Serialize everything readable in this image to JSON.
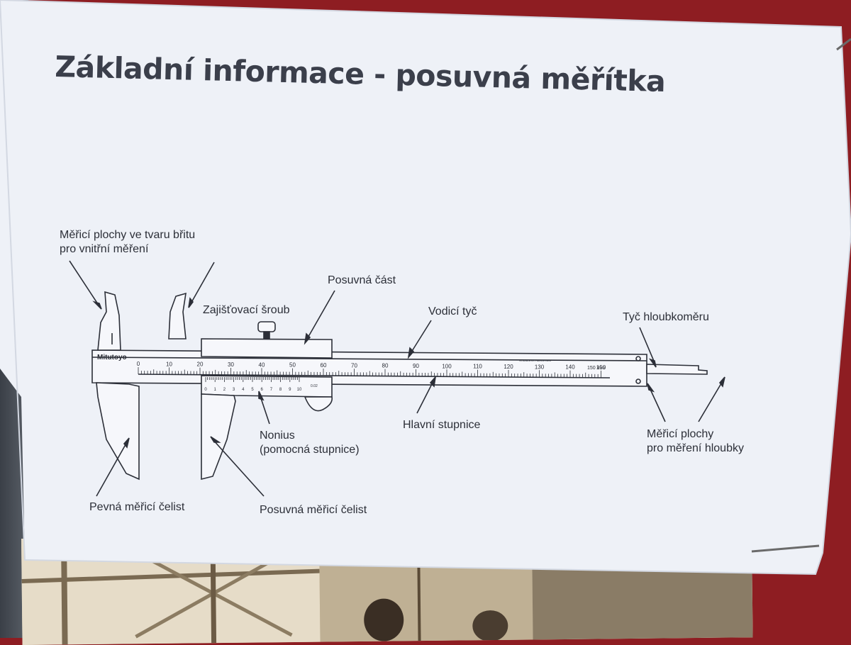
{
  "title": "Základní informace - posuvná měřítka",
  "brand": "Mitutoyo",
  "unit_mark": "150 mm",
  "stainless_mark": "STAINLESS HARDENED",
  "main_scale_ticks": [
    "0",
    "10",
    "20",
    "30",
    "40",
    "50",
    "60",
    "70",
    "80",
    "90",
    "100",
    "110",
    "120",
    "130",
    "140",
    "150"
  ],
  "nonius_ticks": [
    "0",
    "1",
    "2",
    "3",
    "4",
    "5",
    "6",
    "7",
    "8",
    "9",
    "10"
  ],
  "nonius_precision": "0.02",
  "labels": {
    "inside_faces_line1": "Měřicí plochy ve tvaru břitu",
    "inside_faces_line2": "pro vnitřní měření",
    "locking_screw": "Zajišťovací šroub",
    "slider": "Posuvná část",
    "guide_bar": "Vodicí tyč",
    "depth_bar": "Tyč hloubkoměru",
    "main_scale": "Hlavní stupnice",
    "nonius_line1": "Nonius",
    "nonius_line2": "(pomocná stupnice)",
    "depth_faces_line1": "Měřicí plochy",
    "depth_faces_line2": "pro měření hloubky",
    "fixed_jaw": "Pevná měřicí čelist",
    "moving_jaw": "Posuvná měřicí čelist"
  },
  "colors": {
    "wall": "#8e1d22",
    "paper": "#eef1f7",
    "ink": "#2c2f38"
  }
}
